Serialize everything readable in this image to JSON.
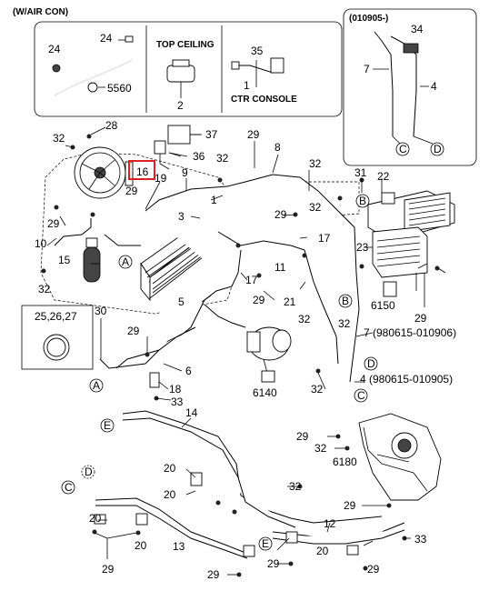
{
  "title": "(W/AIR CON)",
  "inset_top": {
    "captions": {
      "top_ceiling": "TOP CEILING",
      "ctr_console": "CTR CONSOLE"
    },
    "labels": {
      "p24a": "24",
      "p24b": "24",
      "p5560": "5560",
      "p2": "2",
      "p35": "35",
      "p1": "1"
    }
  },
  "inset_right": {
    "date": "(010905-)",
    "labels": {
      "p34": "34",
      "p7": "7",
      "p4": "4"
    },
    "connectors": {
      "c": "C",
      "d": "D"
    }
  },
  "inset_small": {
    "label": "25,26,27"
  },
  "highlight": {
    "label": "16",
    "color": "#e02020"
  },
  "annotations": {
    "p7_date": "7 (980615-010906)",
    "p4_date": "4 (980615-010905)"
  },
  "connectors": {
    "a": "A",
    "b": "B",
    "c": "C",
    "d": "D",
    "e": "E"
  },
  "part_numbers": [
    "32",
    "28",
    "37",
    "36",
    "29",
    "8",
    "9",
    "19",
    "32",
    "31",
    "22",
    "32",
    "29",
    "1",
    "3",
    "29",
    "32",
    "17",
    "23",
    "29",
    "10",
    "15",
    "32",
    "17",
    "11",
    "5",
    "29",
    "21",
    "B",
    "6150",
    "32",
    "29",
    "32",
    "30",
    "29",
    "7",
    "6",
    "4",
    "18",
    "6140",
    "32",
    "33",
    "14",
    "29",
    "32",
    "6180",
    "20",
    "20",
    "32",
    "13",
    "29",
    "20",
    "29",
    "20",
    "12",
    "29",
    "20",
    "33",
    "29",
    "29"
  ]
}
